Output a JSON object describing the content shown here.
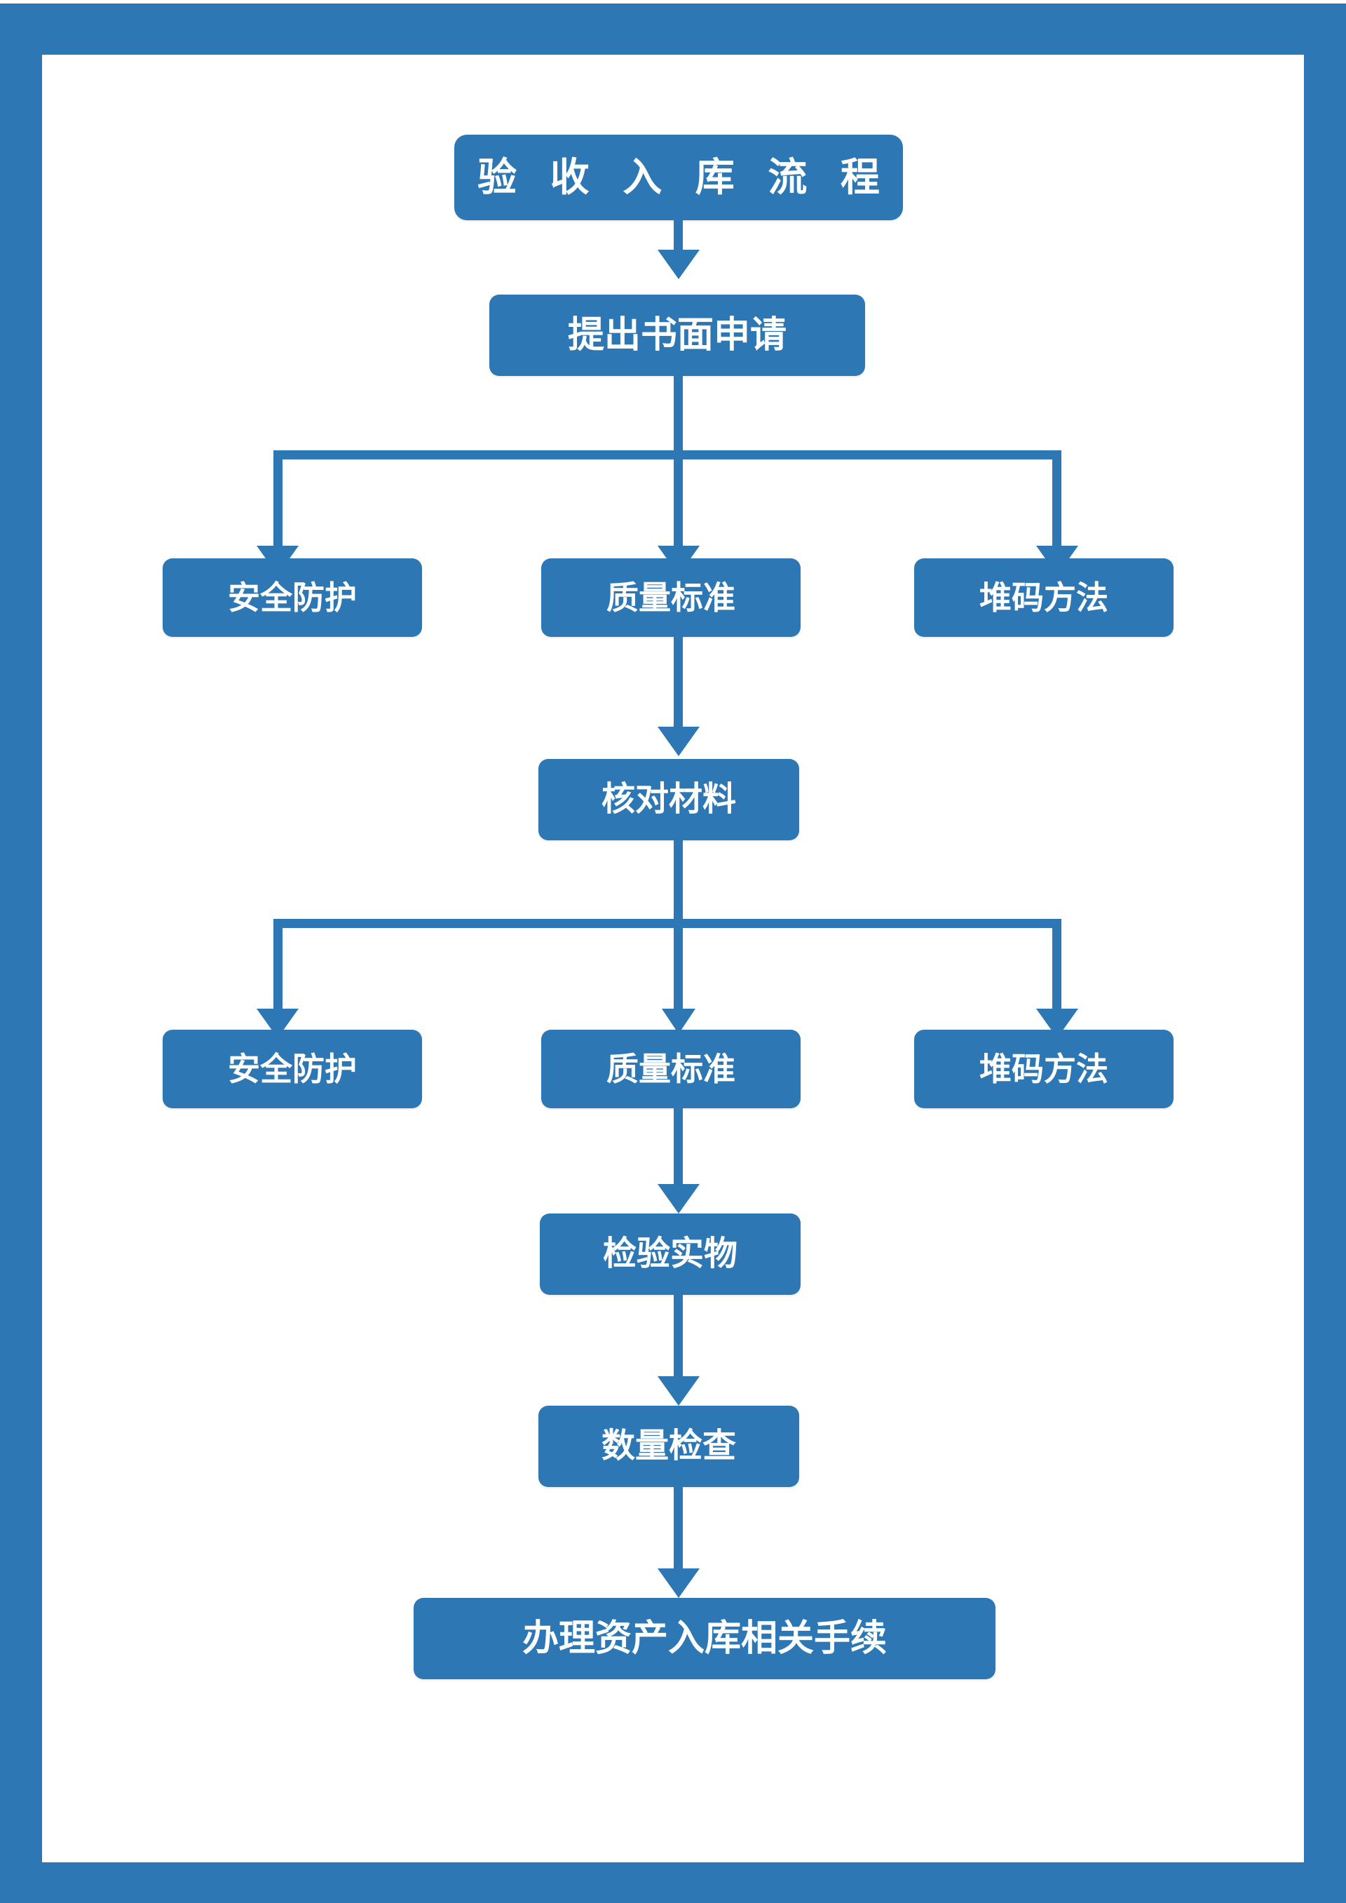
{
  "poster": {
    "frame_color": "#2E77B5",
    "background_color": "#FFFFFF",
    "node_fill": "#2E77B5",
    "node_text_color": "#FFFFFF",
    "connector_color": "#2E77B5"
  },
  "chart_data": {
    "type": "diagram",
    "title": "验 收 入 库 流 程",
    "orientation": "top-to-bottom",
    "nodes": [
      {
        "id": "n1",
        "label": "验 收 入 库 流 程",
        "level": 0
      },
      {
        "id": "n2",
        "label": "提出书面申请",
        "level": 1
      },
      {
        "id": "n3a",
        "label": "安全防护",
        "level": 2
      },
      {
        "id": "n3b",
        "label": "质量标准",
        "level": 2
      },
      {
        "id": "n3c",
        "label": "堆码方法",
        "level": 2
      },
      {
        "id": "n4",
        "label": "核对材料",
        "level": 3
      },
      {
        "id": "n5a",
        "label": "安全防护",
        "level": 4
      },
      {
        "id": "n5b",
        "label": "质量标准",
        "level": 4
      },
      {
        "id": "n5c",
        "label": "堆码方法",
        "level": 4
      },
      {
        "id": "n6",
        "label": "检验实物",
        "level": 5
      },
      {
        "id": "n7",
        "label": "数量检查",
        "level": 6
      },
      {
        "id": "n8",
        "label": "办理资产入库相关手续",
        "level": 7
      }
    ],
    "edges": [
      {
        "from": "n1",
        "to": "n2"
      },
      {
        "from": "n2",
        "to": "n3a"
      },
      {
        "from": "n2",
        "to": "n3b"
      },
      {
        "from": "n2",
        "to": "n3c"
      },
      {
        "from": "n3b",
        "to": "n4"
      },
      {
        "from": "n4",
        "to": "n5a"
      },
      {
        "from": "n4",
        "to": "n5b"
      },
      {
        "from": "n4",
        "to": "n5c"
      },
      {
        "from": "n5b",
        "to": "n6"
      },
      {
        "from": "n6",
        "to": "n7"
      },
      {
        "from": "n7",
        "to": "n8"
      }
    ]
  },
  "flow": {
    "title": "验 收 入 库 流 程",
    "step_apply": "提出书面申请",
    "branch1": {
      "left": "安全防护",
      "center": "质量标准",
      "right": "堆码方法"
    },
    "step_check_docs": "核对材料",
    "branch2": {
      "left": "安全防护",
      "center": "质量标准",
      "right": "堆码方法"
    },
    "step_inspect_goods": "检验实物",
    "step_quantity_check": "数量检查",
    "step_final": "办理资产入库相关手续"
  }
}
